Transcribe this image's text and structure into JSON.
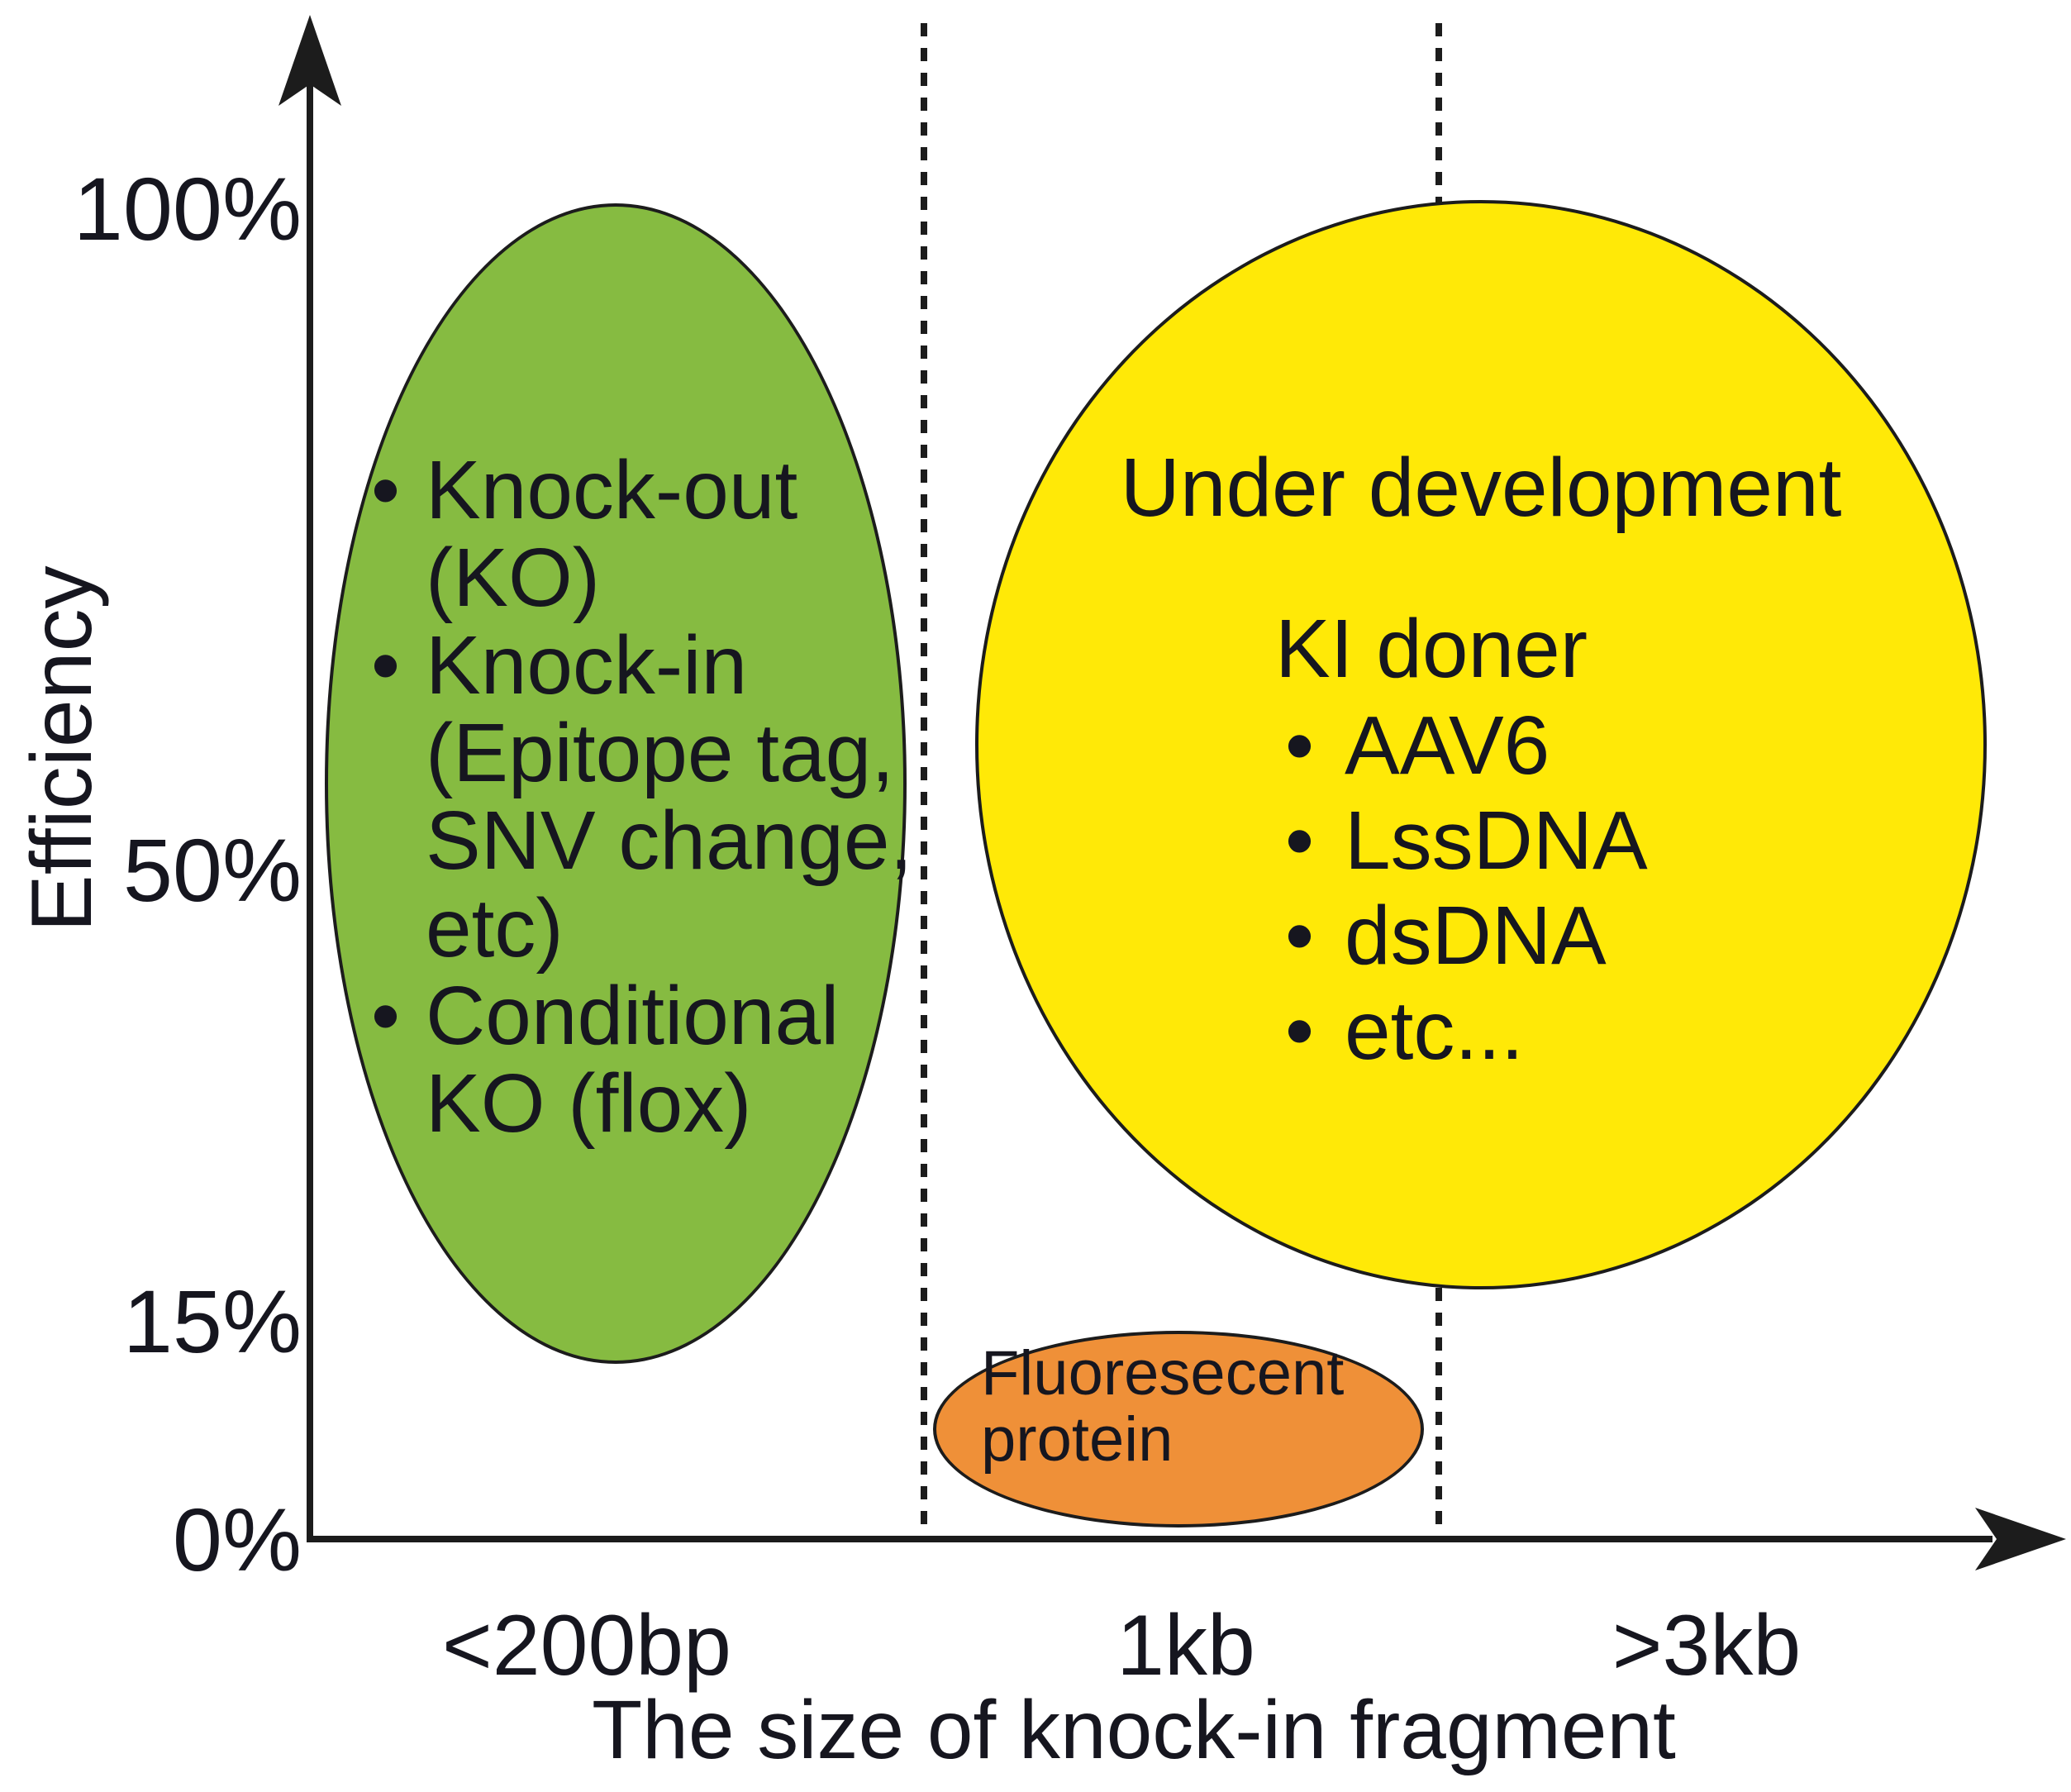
{
  "ui": {
    "bullet": "•"
  },
  "axes": {
    "y": {
      "title": "Efficiency",
      "ticks": [
        "100%",
        "50%",
        "15%",
        "0%"
      ]
    },
    "x": {
      "title": "The size of knock-in fragment",
      "ticks": [
        "<200bp",
        "1kb",
        ">3kb"
      ]
    }
  },
  "regions": {
    "green": {
      "color": "#86bb41",
      "items": [
        "Knock-out (KO)",
        "Knock-in (Epitope tag, SNV change, etc)",
        "Conditional KO (flox)"
      ],
      "lines": [
        "Knock-out",
        "(KO)",
        "Knock-in",
        "(Epitope tag,",
        "SNV change,",
        "etc)",
        "Conditional",
        "KO (flox)"
      ]
    },
    "yellow": {
      "color": "#ffe907",
      "heading": "Under development",
      "subheading": "KI doner",
      "items": [
        "AAV6",
        "LssDNA",
        "dsDNA",
        "etc..."
      ]
    },
    "orange": {
      "color": "#ef9038",
      "label": "Fluoresecent protein"
    }
  },
  "chart_data": {
    "type": "area",
    "title": "",
    "xlabel": "The size of knock-in fragment",
    "ylabel": "Efficiency",
    "x_ticks": [
      "<200bp",
      "1kb",
      ">3kb"
    ],
    "y_ticks": [
      "100%",
      "50%",
      "15%",
      "0%"
    ],
    "grid": false,
    "legend": false,
    "vertical_dashed_lines": [
      "between <200bp and 1kb",
      "between 1kb and >3kb"
    ],
    "regions": [
      {
        "shape": "ellipse",
        "fill": "#86bb41",
        "x_position": "<200bp",
        "y_range_pct": [
          15,
          100
        ],
        "items": [
          "Knock-out (KO)",
          "Knock-in (Epitope tag, SNV change, etc)",
          "Conditional KO (flox)"
        ]
      },
      {
        "shape": "circle",
        "fill": "#ffe907",
        "x_position": "1kb to >3kb",
        "y_range_pct": [
          18,
          100
        ],
        "heading": "Under development",
        "subheading": "KI doner",
        "items": [
          "AAV6",
          "LssDNA",
          "dsDNA",
          "etc..."
        ]
      },
      {
        "shape": "ellipse",
        "fill": "#ef9038",
        "x_position": "1kb",
        "y_range_pct": [
          1,
          14
        ],
        "items": [
          "Fluoresecent protein"
        ]
      }
    ]
  }
}
